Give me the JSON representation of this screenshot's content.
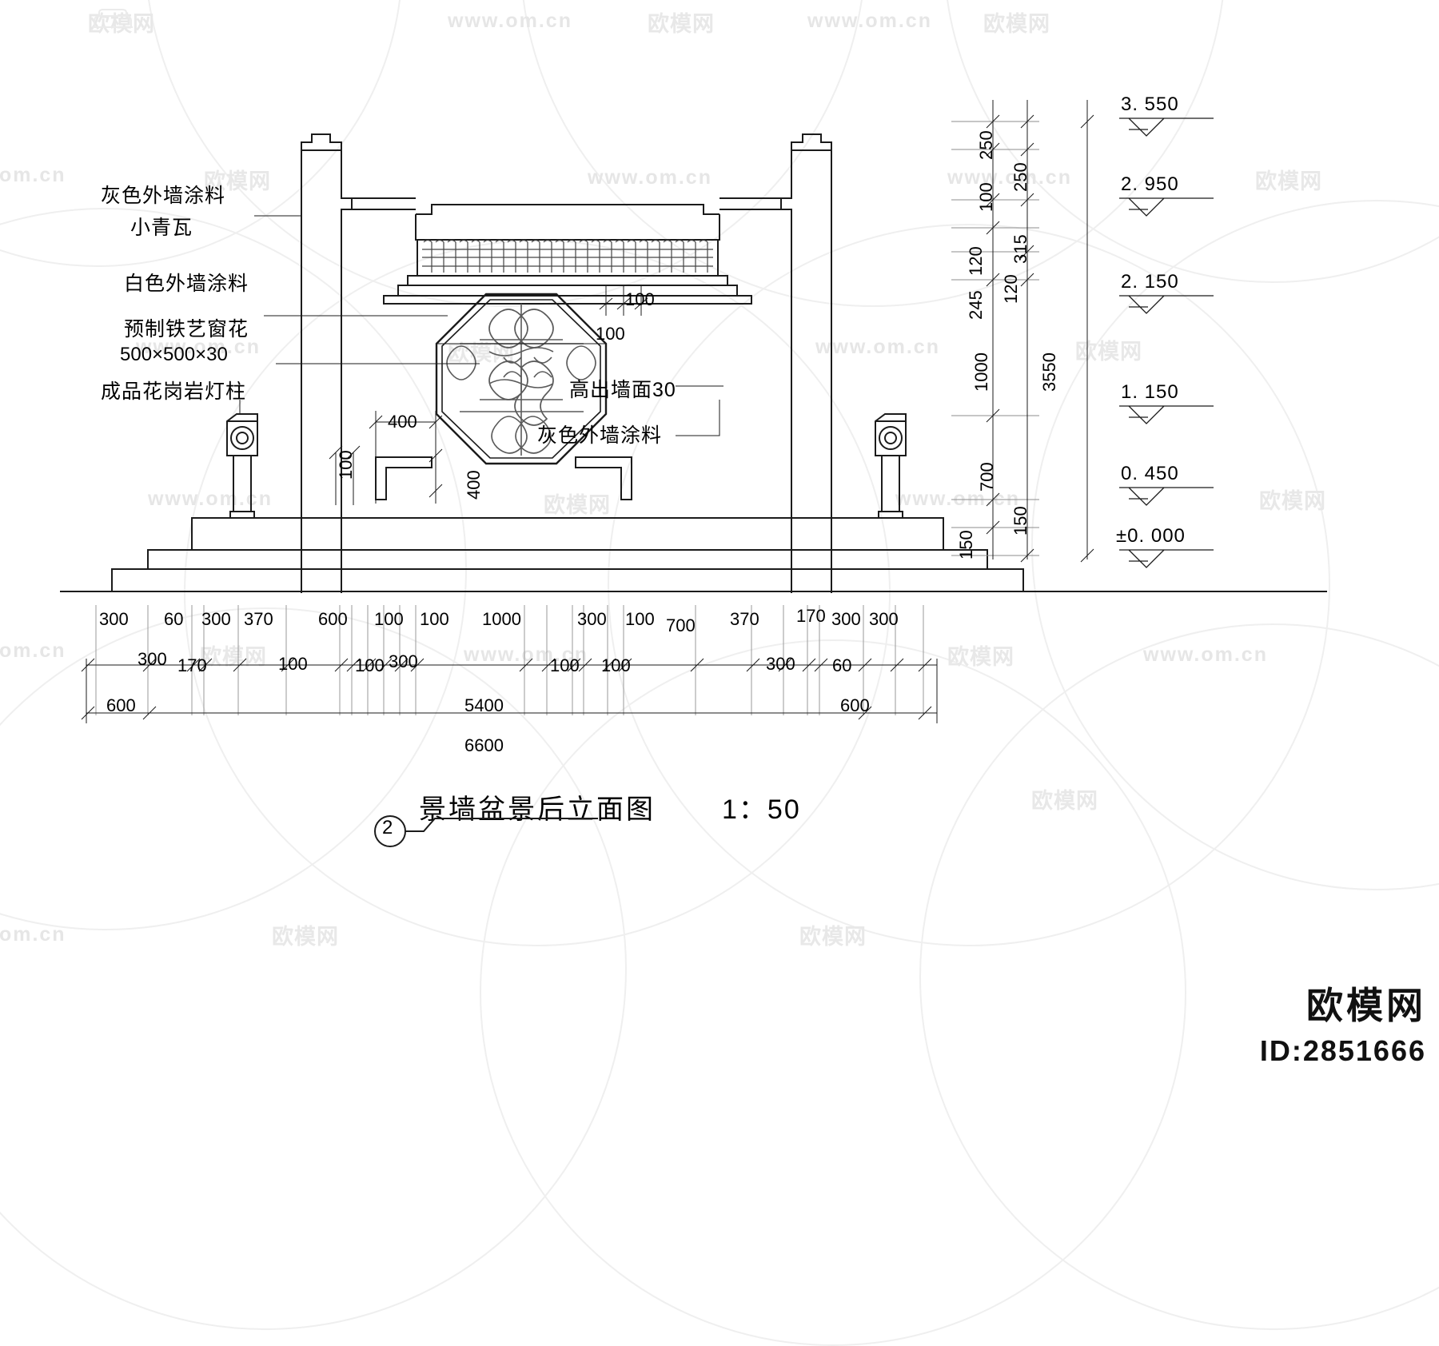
{
  "drawing": {
    "title": "景墙盆景后立面图",
    "scale": "1：50",
    "detail_marker": "2"
  },
  "annotations": [
    {
      "id": "gray-render-top",
      "text": "灰色外墙涂料"
    },
    {
      "id": "small-tile",
      "text": "小青瓦"
    },
    {
      "id": "white-render",
      "text": "白色外墙涂料"
    },
    {
      "id": "iron-window",
      "text": "预制铁艺窗花"
    },
    {
      "id": "iron-window-size",
      "text": "500×500×30"
    },
    {
      "id": "granite-lamp",
      "text": "成品花岗岩灯柱"
    },
    {
      "id": "proud-of-wall",
      "text": "高出墙面30"
    },
    {
      "id": "gray-render-low",
      "text": "灰色外墙涂料"
    }
  ],
  "inline_dims": {
    "window_off_a": "100",
    "window_off_b": "100",
    "shelf_width": "400",
    "shelf_height": "400",
    "shelf_thk": "100"
  },
  "vertical_dims": {
    "inner": [
      "250",
      "100",
      "120",
      "245",
      "1000",
      "700",
      "150"
    ],
    "outer": [
      "250",
      "315",
      "120",
      "150"
    ],
    "total": "3550"
  },
  "elevations": [
    {
      "value": "3. 550"
    },
    {
      "value": "2. 950"
    },
    {
      "value": "2. 150"
    },
    {
      "value": "1. 150"
    },
    {
      "value": "0. 450"
    },
    {
      "value": "±0. 000"
    }
  ],
  "horizontal_dims": {
    "row_upper": [
      "300",
      "60",
      "300",
      "370",
      "600",
      "100",
      "100",
      "1000",
      "300",
      "100",
      "700",
      "370",
      "170",
      "300",
      "300"
    ],
    "row_lower": [
      "300",
      "170",
      "100",
      "100",
      "300",
      "100",
      "100",
      "300",
      "60"
    ],
    "row_overall": [
      "600",
      "5400",
      "600"
    ],
    "total": "6600"
  },
  "watermark": {
    "domain": "www.om.cn",
    "logo": "欧模网",
    "brand": "欧模网",
    "id": "ID:2851666"
  },
  "colors": {
    "ink": "#1b1b1b",
    "thin": "#555555",
    "watermark": "#e6e6e6"
  }
}
